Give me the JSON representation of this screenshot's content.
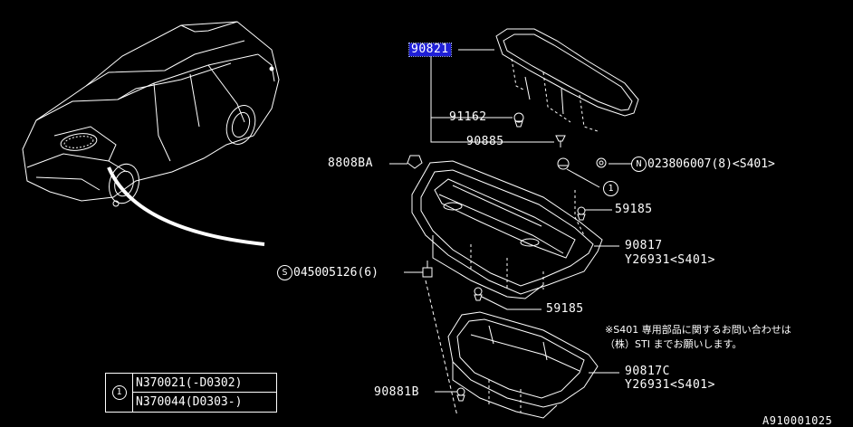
{
  "parts": {
    "p90821": "90821",
    "p91162": "91162",
    "p90885": "90885",
    "p8808ba": "8808BA",
    "p59185a": "59185",
    "p90817": "90817",
    "p90817_alt": "Y26931<S401>",
    "p59185b": "59185",
    "p90817c": "90817C",
    "p90817c_alt": "Y26931<S401>",
    "p90881b": "90881B"
  },
  "callouts": {
    "n_prefix": "N",
    "n_part": "023806007(8)<S401>",
    "s_prefix": "S",
    "s_part": "045005126(6)",
    "ref_mark": "1"
  },
  "note": {
    "line1": "※S401 専用部品に関するお問い合わせは",
    "line2": "（株）STI までお願いします。"
  },
  "legend": {
    "mark": "1",
    "rows": [
      "N370021(-D0302)",
      "N370044(D0303-)"
    ]
  },
  "figure_id": "A910001025"
}
